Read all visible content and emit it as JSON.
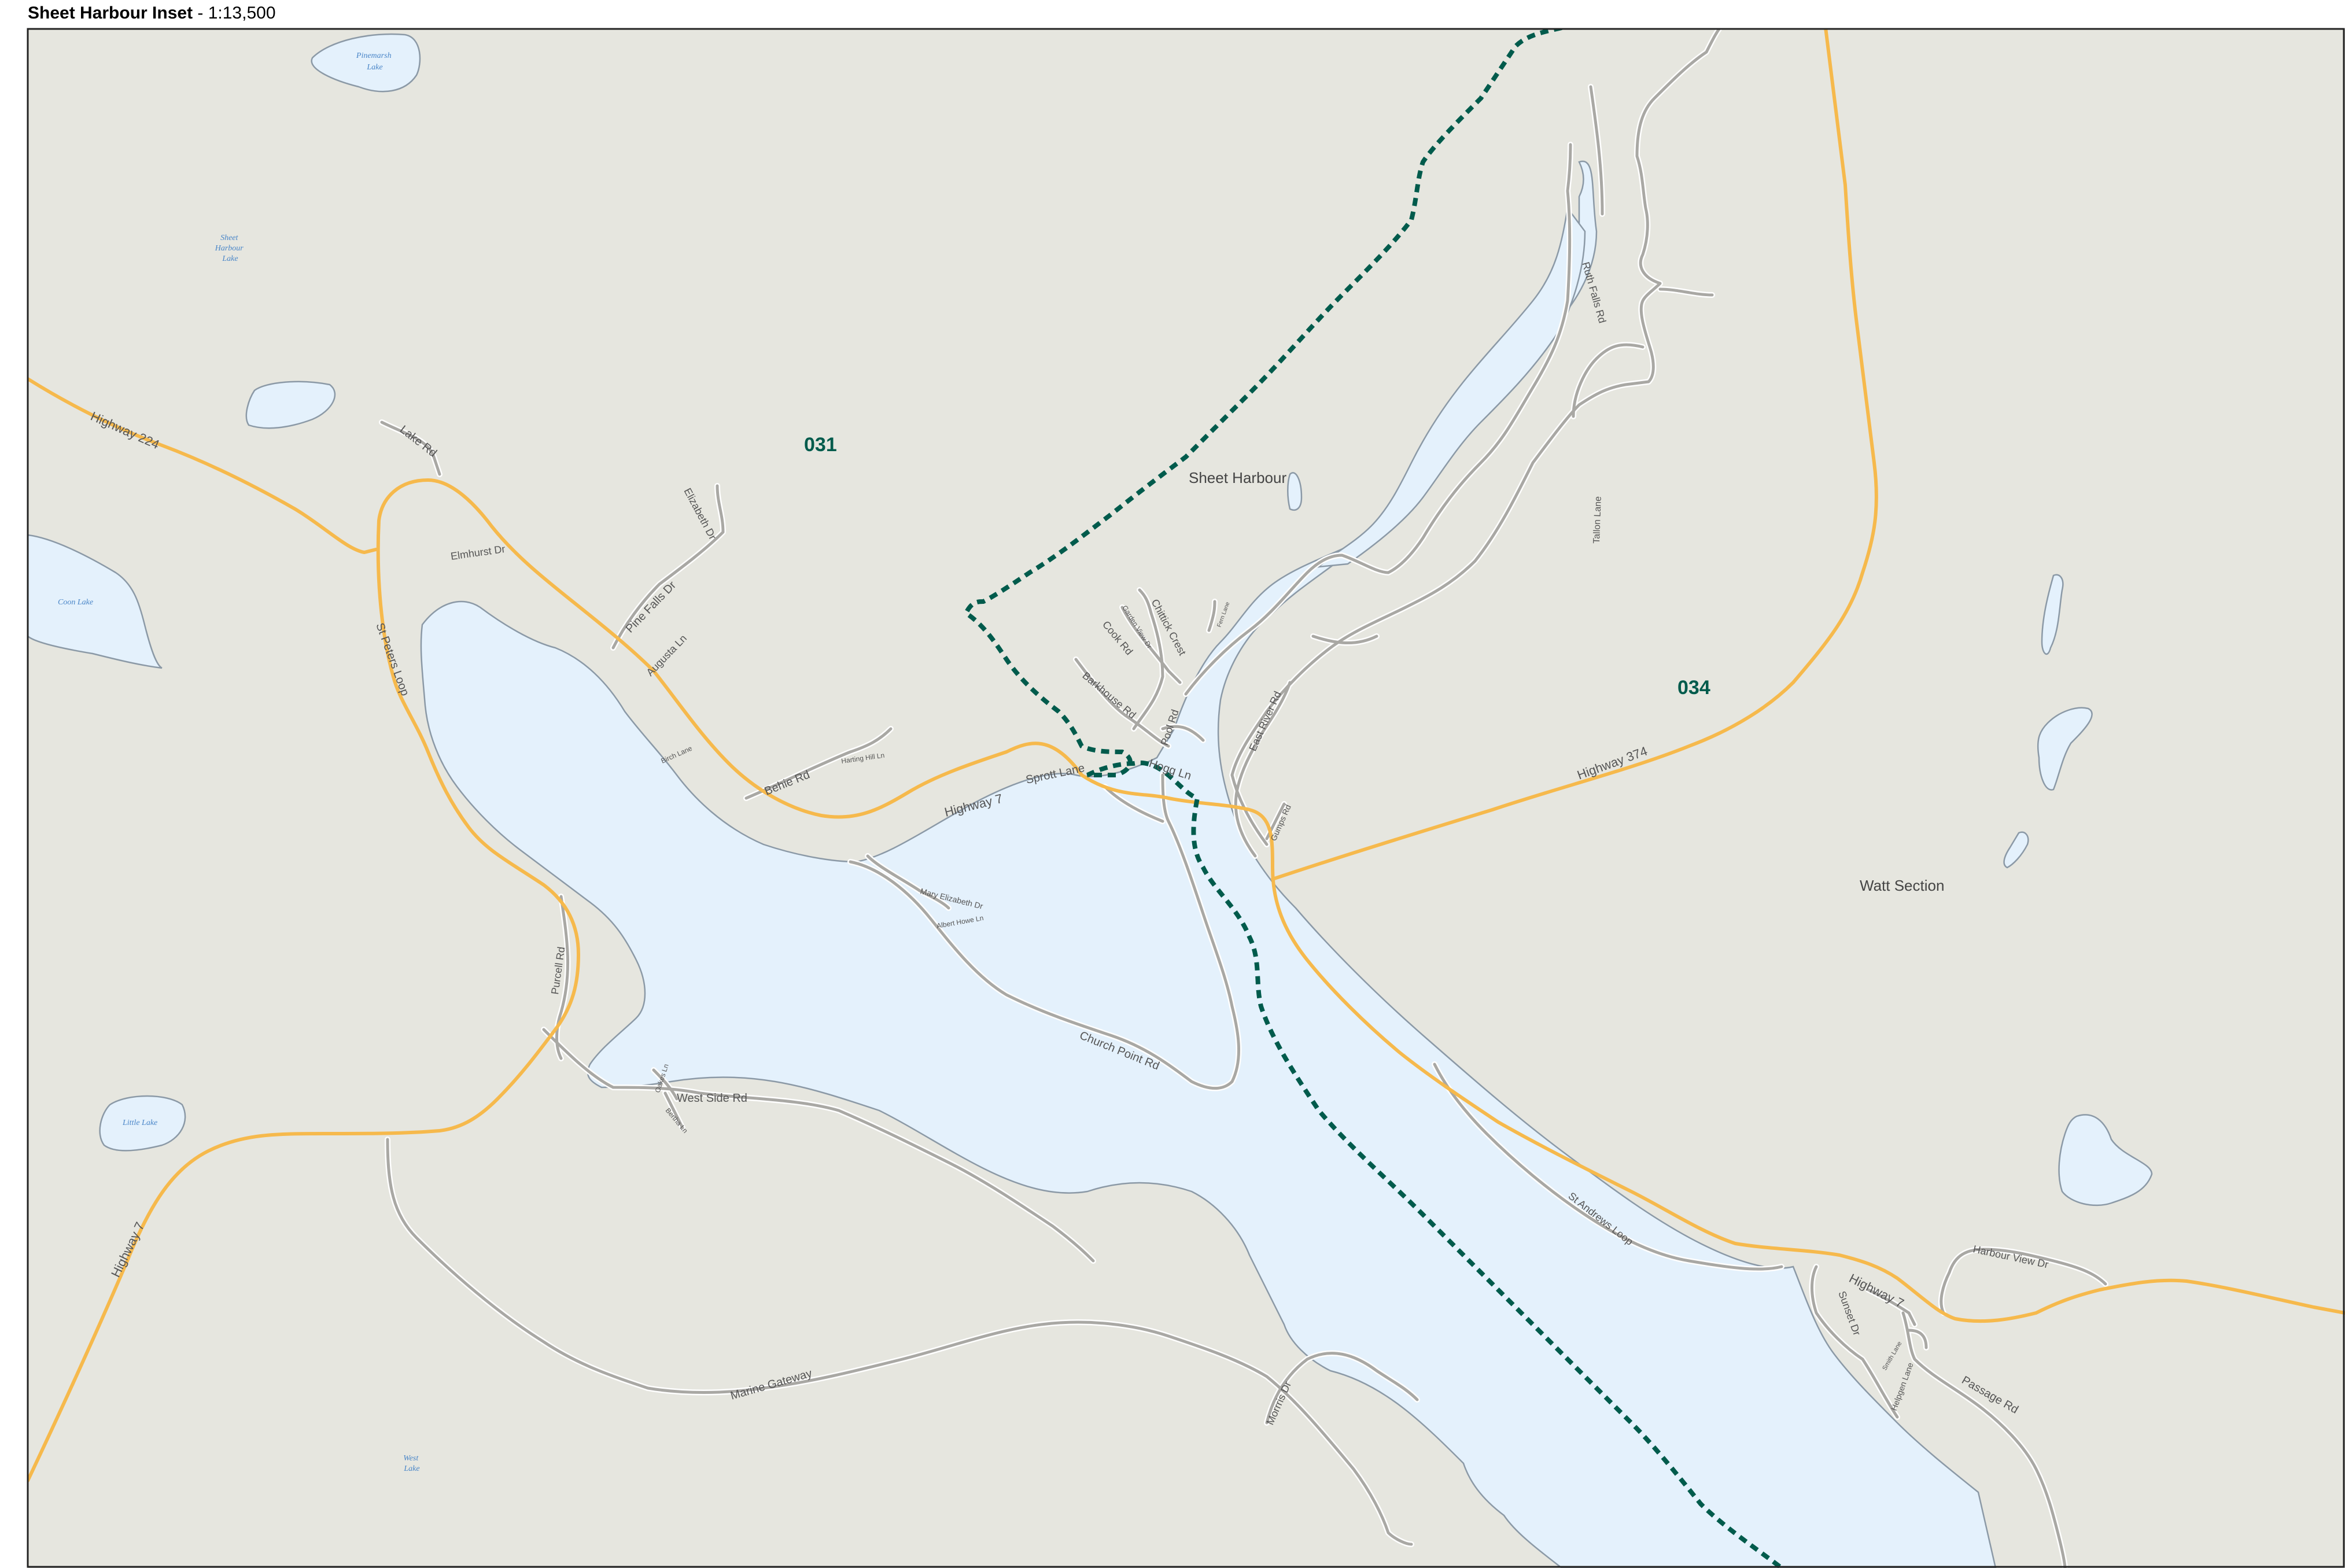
{
  "title": {
    "name": "Sheet Harbour Inset",
    "scale": " - 1:13,500"
  },
  "colors": {
    "land": "#e6e6df",
    "water": "#e4f1fc",
    "highway": "#f6b94c",
    "road": "#a9a8a4",
    "boundary": "#005b4c",
    "poll_label": "#005b4c"
  },
  "poll_divisions": [
    "031",
    "034"
  ],
  "places": [
    "Sheet Harbour",
    "Watt Section"
  ],
  "lakes": {
    "pinemarsh": [
      "Pinemarsh",
      "Lake"
    ],
    "sheet_harbour": [
      "Sheet",
      "Harbour",
      "Lake"
    ],
    "coon": "Coon Lake",
    "little": "Little Lake",
    "west": [
      "West",
      "Lake"
    ]
  },
  "highways": {
    "hwy224": "Highway 224",
    "hwy7_centre": "Highway 7",
    "hwy7_west": "Highway 7",
    "hwy7_east": "Highway 7",
    "hwy374": "Highway 374"
  },
  "roads": {
    "lake_rd": "Lake Rd",
    "elmhurst_dr": "Elmhurst Dr",
    "elizabeth_dr": "Elizabeth Dr",
    "pine_falls_dr": "Pine Falls Dr",
    "augusta_ln": "Augusta Ln",
    "st_peters_loop": "St Peters Loop",
    "birch_lane": "Birch Lane",
    "behie_rd": "Behie Rd",
    "harting_hill_ln": "Harting Hill Ln",
    "sprott_lane": "Sprott Lane",
    "hogg_ln": "Hogg Ln",
    "pool_rd": "Pool Rd",
    "barkhouse_rd": "Barkhouse Rd",
    "cook_rd": "Cook Rd",
    "garden_view_dr": "Garden View Dr",
    "chittick_crest": "Chittick Crest",
    "fern_lane": "Fern Lane",
    "ruth_falls_rd": "Ruth Falls Rd",
    "tallon_lane": "Tallon Lane",
    "east_river_rd": "East River Rd",
    "gumps_rd": "Gumps Rd",
    "mary_elizabeth_dr": "Mary Elizabeth Dr",
    "albert_howe_ln": "Albert Howe Ln",
    "church_point_rd": "Church Point Rd",
    "purcell_rd": "Purcell Rd",
    "west_side_rd": "West Side Rd",
    "oakes_ln": "Oakes Ln",
    "bertha_ln": "Bertha Ln",
    "marine_gateway": "Marine Gateway",
    "morrris_dr": "Morrris Dr",
    "st_andrews_loop": "St Andrews Loop",
    "harbour_view_dr": "Harbour View Dr",
    "sunset_dr": "Sunset Dr",
    "smith_lane": "Smith Lane",
    "hefgen_lane": "Helpgen Lane",
    "passage_rd": "Passage Rd"
  }
}
